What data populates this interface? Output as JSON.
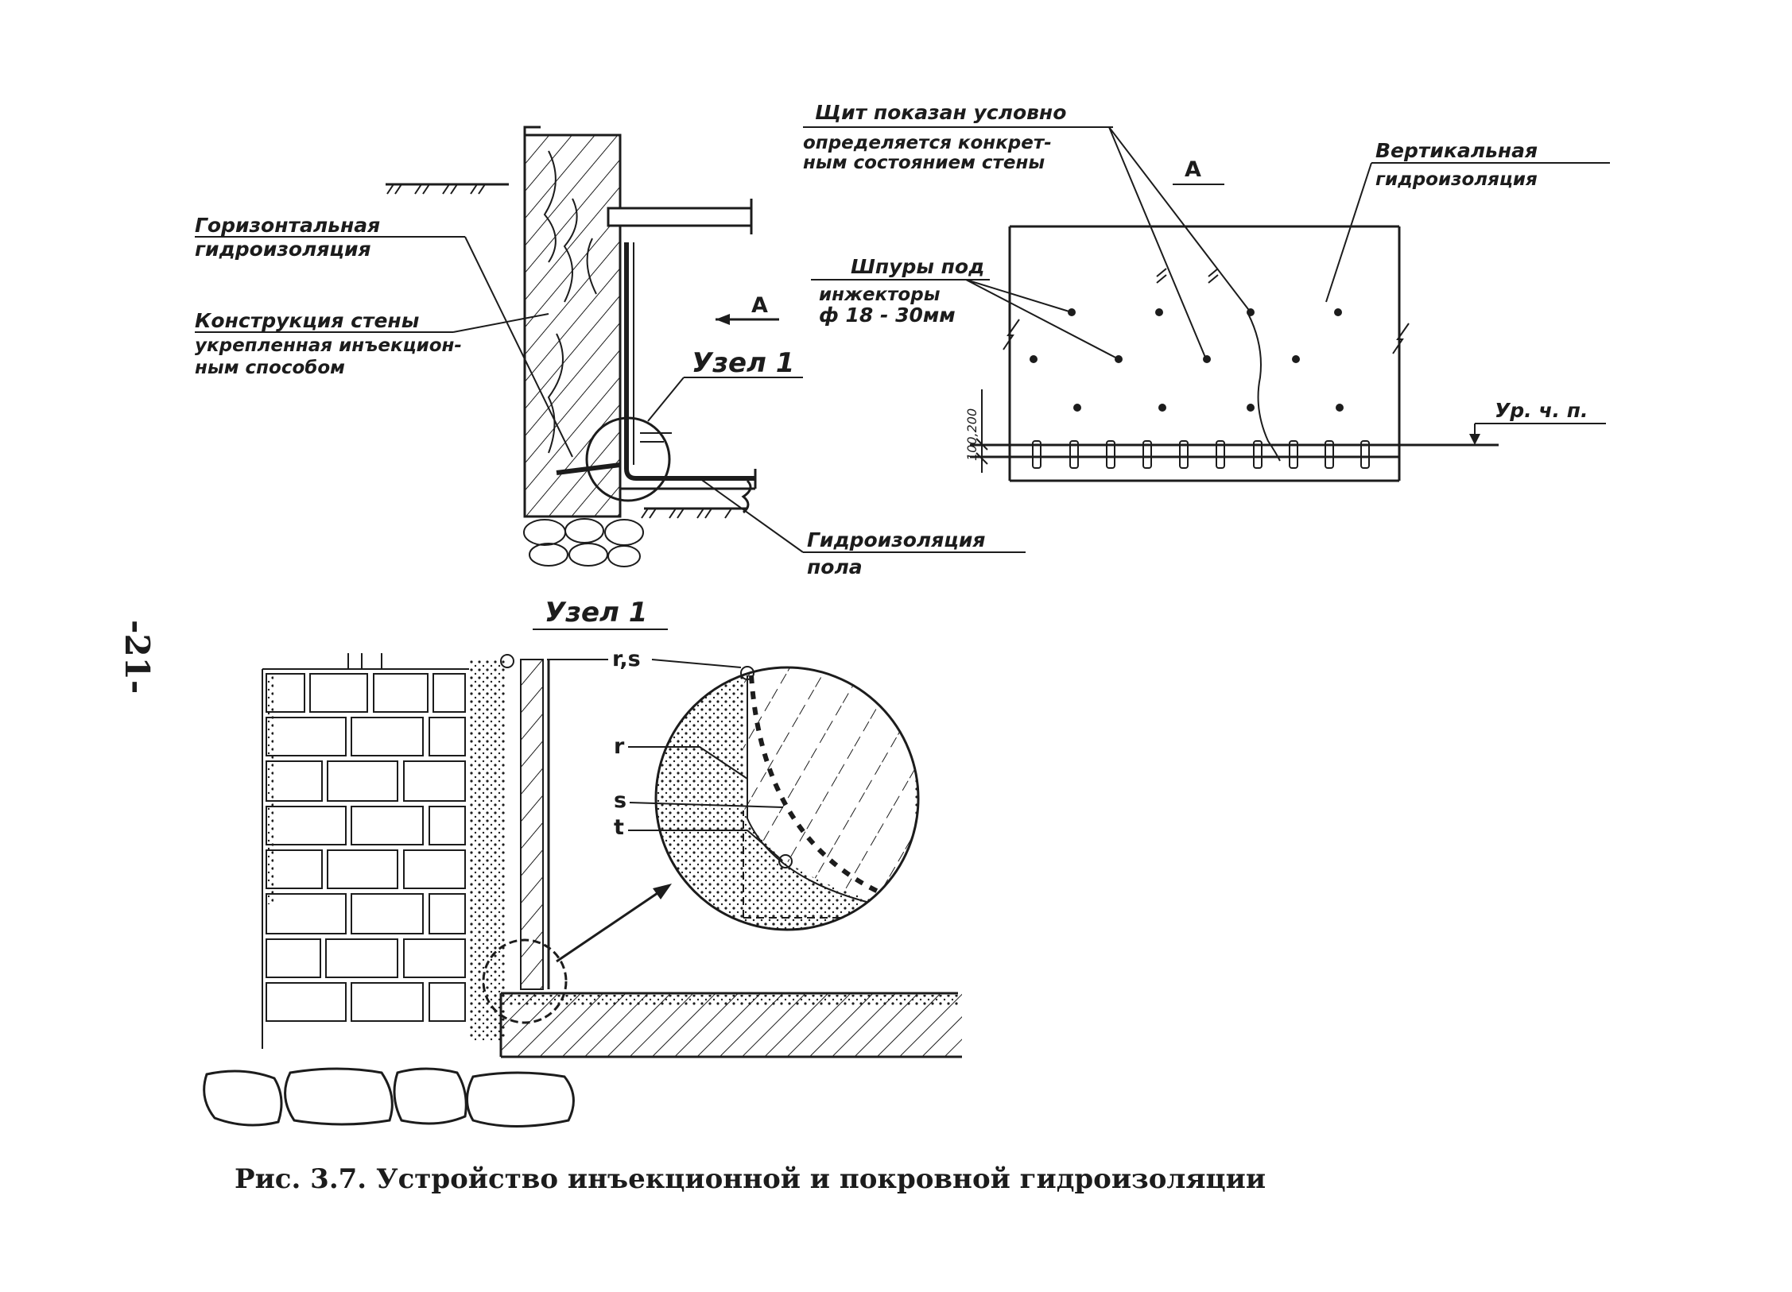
{
  "page_number": "-21-",
  "caption": "Рис. 3.7. Устройство инъекционной и покровной гидроизоляции",
  "labels": {
    "horizontal_hydro_1": "Горизонтальная",
    "horizontal_hydro_2": "гидроизоляция",
    "wall_1": "Конструкция стены",
    "wall_2": "укрепленная инъекцион-",
    "wall_3": "ным способом",
    "floor_hydro_1": "Гидроизоляция",
    "floor_hydro_2": "пола",
    "view_a_arrow": "А",
    "node1_ref": "Узел 1",
    "shield_1": "Щит показан условно",
    "shield_2": "определяется конкрет-",
    "shield_3": "ным состоянием стены",
    "view_a_title": "А",
    "vertical_1": "Вертикальная",
    "vertical_2": "гидроизоляция",
    "holes_1": "Шпуры под",
    "holes_2": "инжекторы",
    "holes_3": "ф 18 - 30мм",
    "floor_level": "Ур. ч. п.",
    "dim": "100,200",
    "node1_title": "Узел 1",
    "rs": "r,s",
    "r": "r",
    "s": "s",
    "t": "t"
  }
}
